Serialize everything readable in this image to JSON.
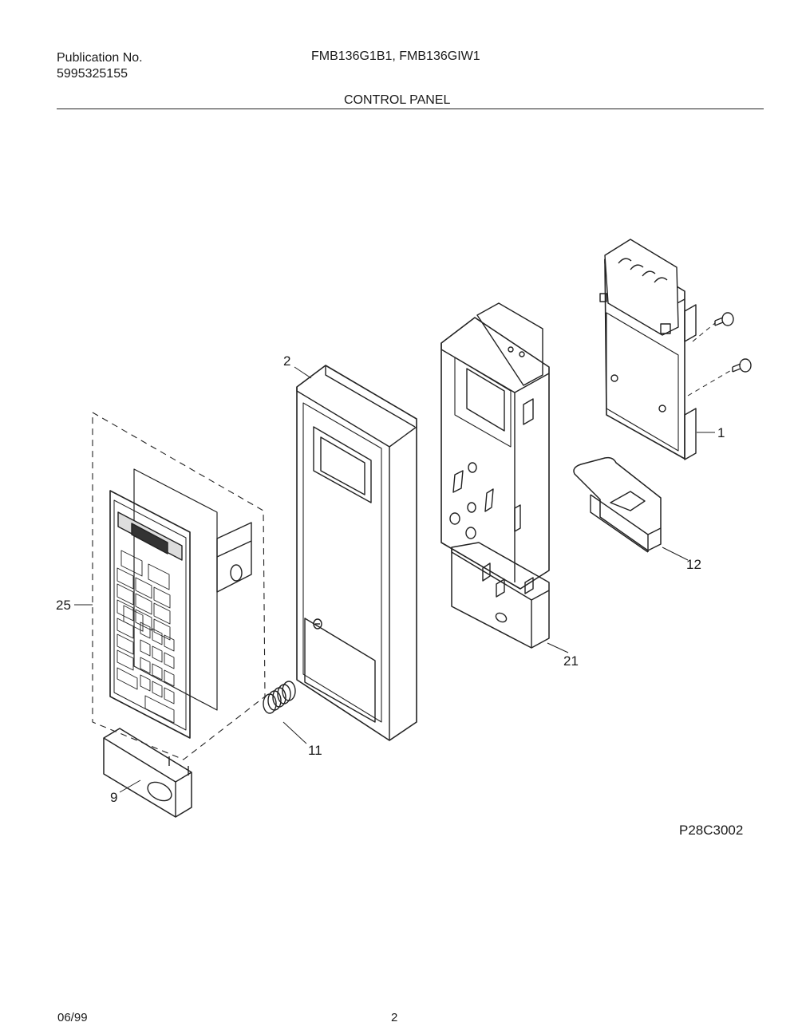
{
  "header": {
    "publication_label": "Publication No.",
    "publication_number": "5995325155",
    "models": "FMB136G1B1, FMB136GIW1",
    "section_title": "CONTROL PANEL"
  },
  "callouts": {
    "c1": "1",
    "c2": "2",
    "c9": "9",
    "c11": "11",
    "c12": "12",
    "c21": "21",
    "c25": "25"
  },
  "drawing_id": "P28C3002",
  "footer": {
    "date": "06/99",
    "page": "2"
  }
}
